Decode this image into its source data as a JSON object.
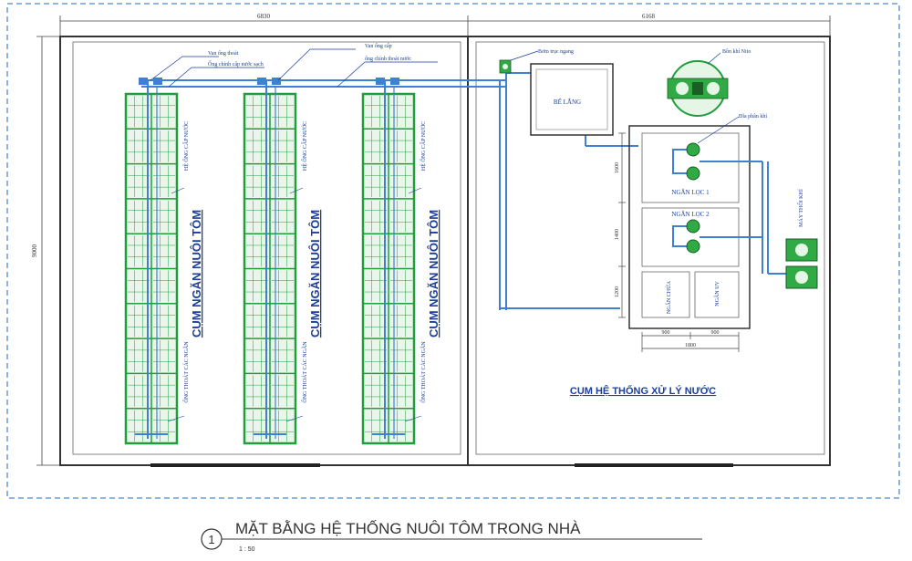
{
  "dimensions": {
    "left_width": "6830",
    "right_width": "6168",
    "total_height": "9000",
    "filter1_height": "1600",
    "filter2_height": "1400",
    "bottom_height": "1200",
    "bottom_left": "900",
    "bottom_right": "900",
    "bottom_total": "1800"
  },
  "left_labels": {
    "van_ong_thoat": "Van ống thoát",
    "ong_chinh_cap": "Ống chính cấp nước sạch",
    "van_ong_cap": "Van ống cấp",
    "ong_chinh_thoat": "ống chính thoát nước"
  },
  "tank_groups": [
    {
      "main_label": "CỤM NGĂN NUÔI TÔM",
      "supply_label": "HỆ ỐNG CẤP NƯỚC",
      "drain_label": "ỐNG THOÁT CÁC NGĂN"
    },
    {
      "main_label": "CỤM NGĂN NUÔI TÔM",
      "supply_label": "HỆ ỐNG CẤP NƯỚC",
      "drain_label": "ỐNG THOÁT CÁC NGĂN"
    },
    {
      "main_label": "CỤM NGĂN NUÔI TÔM",
      "supply_label": "HỆ ỐNG CẤP NƯỚC",
      "drain_label": "ỐNG THOÁT CÁC NGĂN"
    }
  ],
  "right_labels": {
    "bom_truc_ngang": "Bơm trục ngang",
    "be_lang": "BỂ LẮNG",
    "bon_khi_nito": "Bồn khí Nito",
    "dia_phan_khi": "Đĩa phân khí",
    "ngan_loc_1": "NGĂN LỌC 1",
    "ngan_loc_2": "NGĂN LỌC 2",
    "ngan_chua": "NGĂN CHỨA",
    "ngan_uv": "NGĂN UV",
    "may_thoi_khi": "MÁY THỔI KHÍ",
    "system_title": "CỤM HỆ THỐNG XỬ LÝ NƯỚC"
  },
  "footer": {
    "number": "1",
    "title": "MẶT BẰNG HỆ THỐNG NUÔI TÔM TRONG NHÀ",
    "scale": "1 : 50"
  },
  "colors": {
    "tank_green": "#1f9e3a",
    "pipe_blue": "#3f7fd4",
    "label_blue": "#1a3f9c",
    "wall": "#333333",
    "dashed_border": "#6a9bd8"
  },
  "icons": [
    "circled-number-icon",
    "blower-icon",
    "nitrogen-tank-icon",
    "pump-icon"
  ]
}
